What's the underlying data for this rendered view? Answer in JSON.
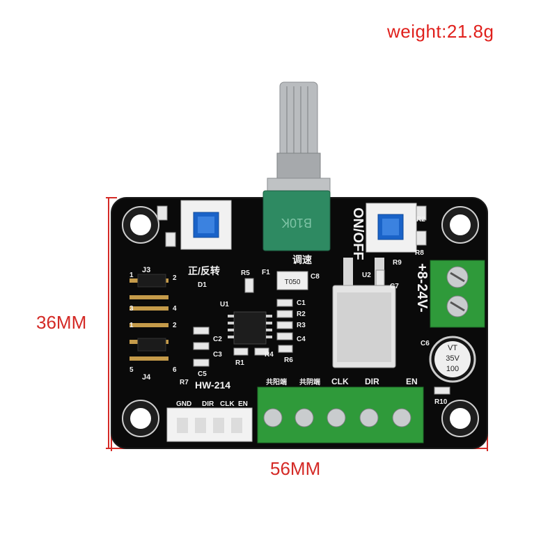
{
  "product": {
    "weight_label": "weight:21.8g",
    "height_label": "36MM",
    "width_label": "56MM",
    "model": "HW-214",
    "voltage": "+8-24V-",
    "switch_label": "ON/OFF",
    "terminal_labels": [
      "EN",
      "DIR",
      "CLK",
      "共阴端",
      "共阳端"
    ],
    "connector_labels": [
      "EN",
      "CLK",
      "DIR",
      "GND"
    ],
    "chip_label": "T050",
    "capacitor_text": [
      "100",
      "35V",
      "VT"
    ],
    "silk_cn_top": "调速",
    "silk_cn_dir": "正/反转",
    "jumpers": [
      "J3",
      "J4"
    ],
    "refs": [
      "R5",
      "C8",
      "U2",
      "R9",
      "C7",
      "U1",
      "D1",
      "C1",
      "R2",
      "R3",
      "C4",
      "R1",
      "R4",
      "R6",
      "C2",
      "C3",
      "C5",
      "R7",
      "C6",
      "R10",
      "F1",
      "R8",
      "R2"
    ],
    "pin_numbers": [
      "1",
      "2",
      "3",
      "4",
      "1",
      "2",
      "5",
      "6"
    ]
  },
  "colors": {
    "pcb": "#0a0a0a",
    "dimension": "#d42a26",
    "terminal_green": "#2f9a3a",
    "button_blue": "#1a63c8"
  }
}
